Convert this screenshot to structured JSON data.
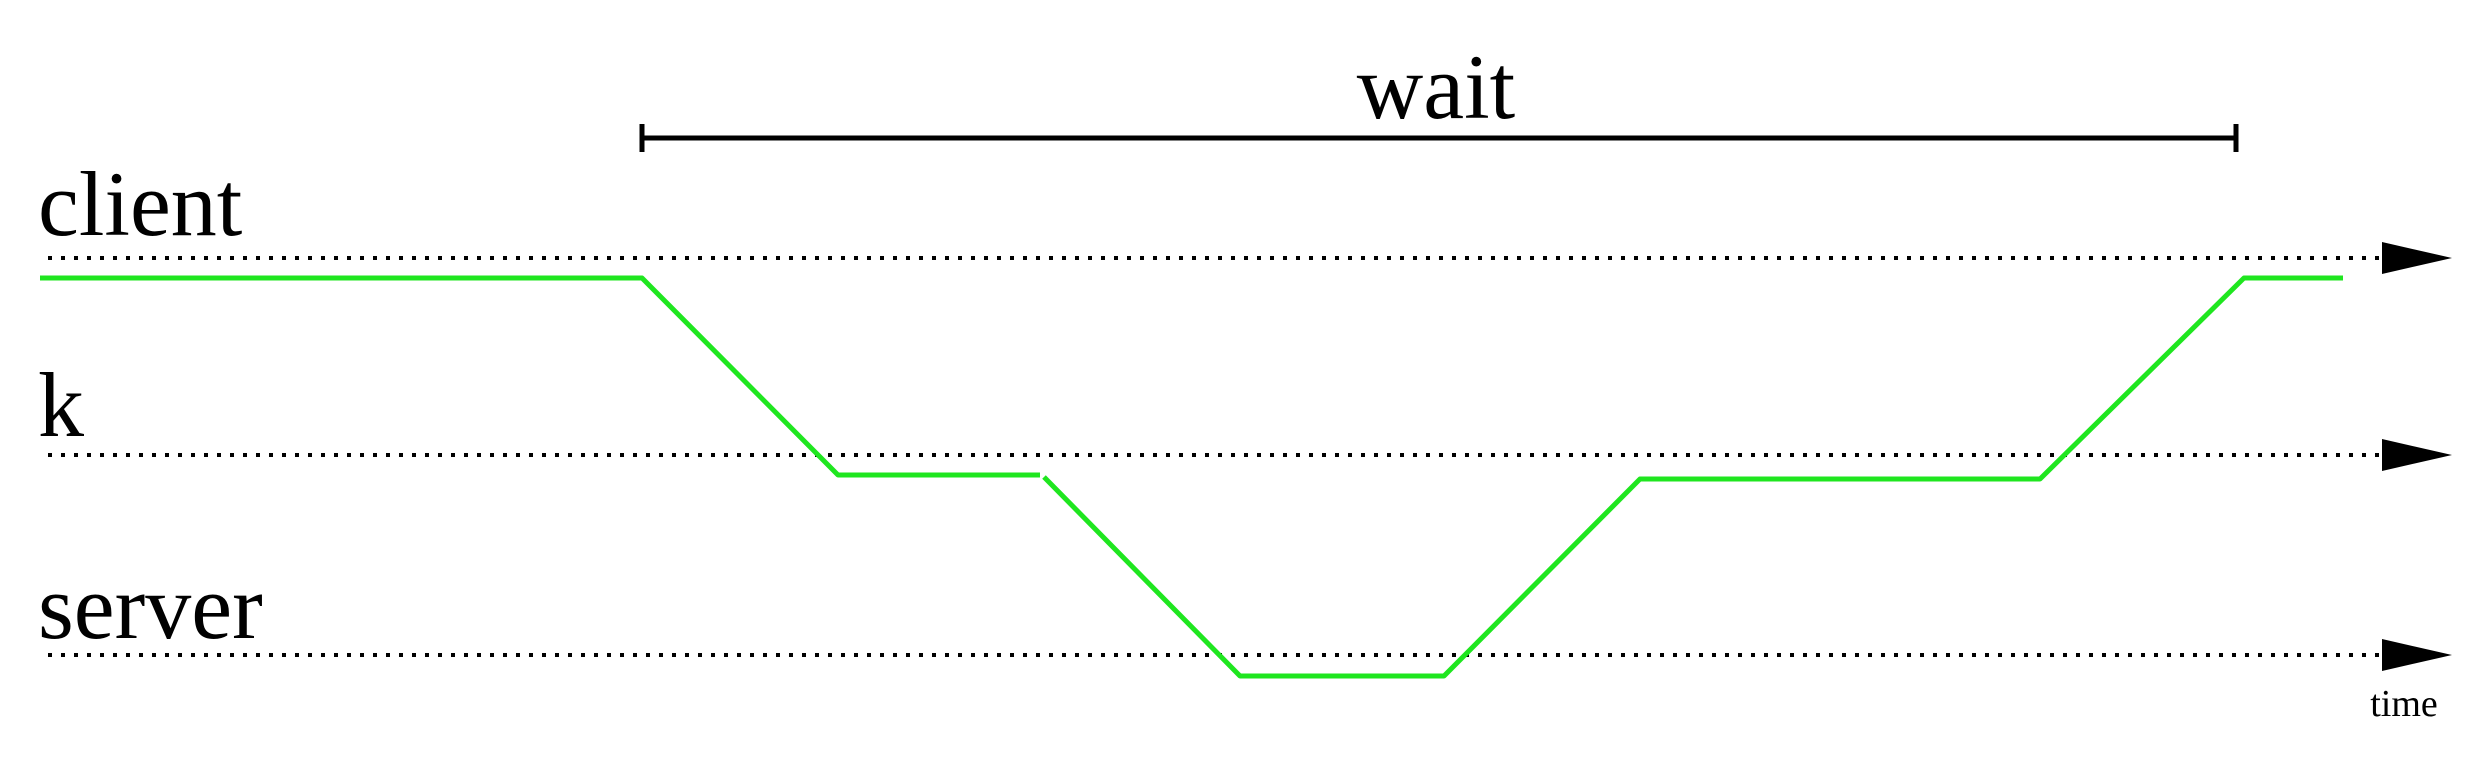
{
  "lanes": {
    "client": "client",
    "k": "k",
    "server": "server"
  },
  "wait_label": "wait",
  "axis_label": "time",
  "colors": {
    "path": "#1fe61f",
    "lines": "#000000",
    "background": "#ffffff"
  }
}
